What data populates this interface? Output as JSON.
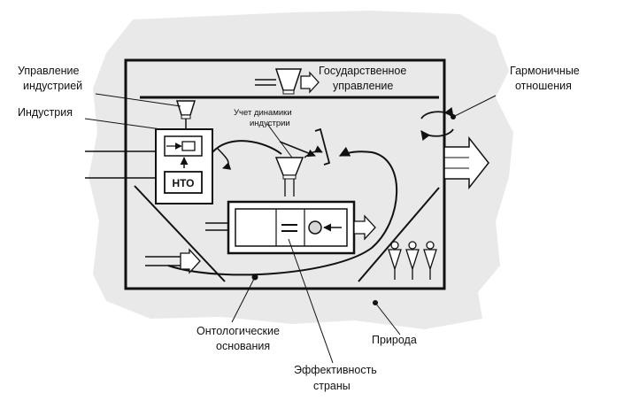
{
  "labels": {
    "industry_management": [
      "Управление",
      "индустрией"
    ],
    "industry": "Индустрия",
    "state_management": [
      "Государственное",
      "управление"
    ],
    "harmonious_relations": [
      "Гармоничные",
      "отношения"
    ],
    "dynamics_accounting": [
      "Учет динамики",
      "индустрии"
    ],
    "nto": "НТО",
    "ontological_foundations": [
      "Онтологические",
      "основания"
    ],
    "nature": "Природа",
    "country_efficiency": [
      "Эффективность",
      "страны"
    ]
  },
  "colors": {
    "nature_fill": "#e9e9e9",
    "line": "#111111",
    "arrow_fill": "#ffffff"
  }
}
